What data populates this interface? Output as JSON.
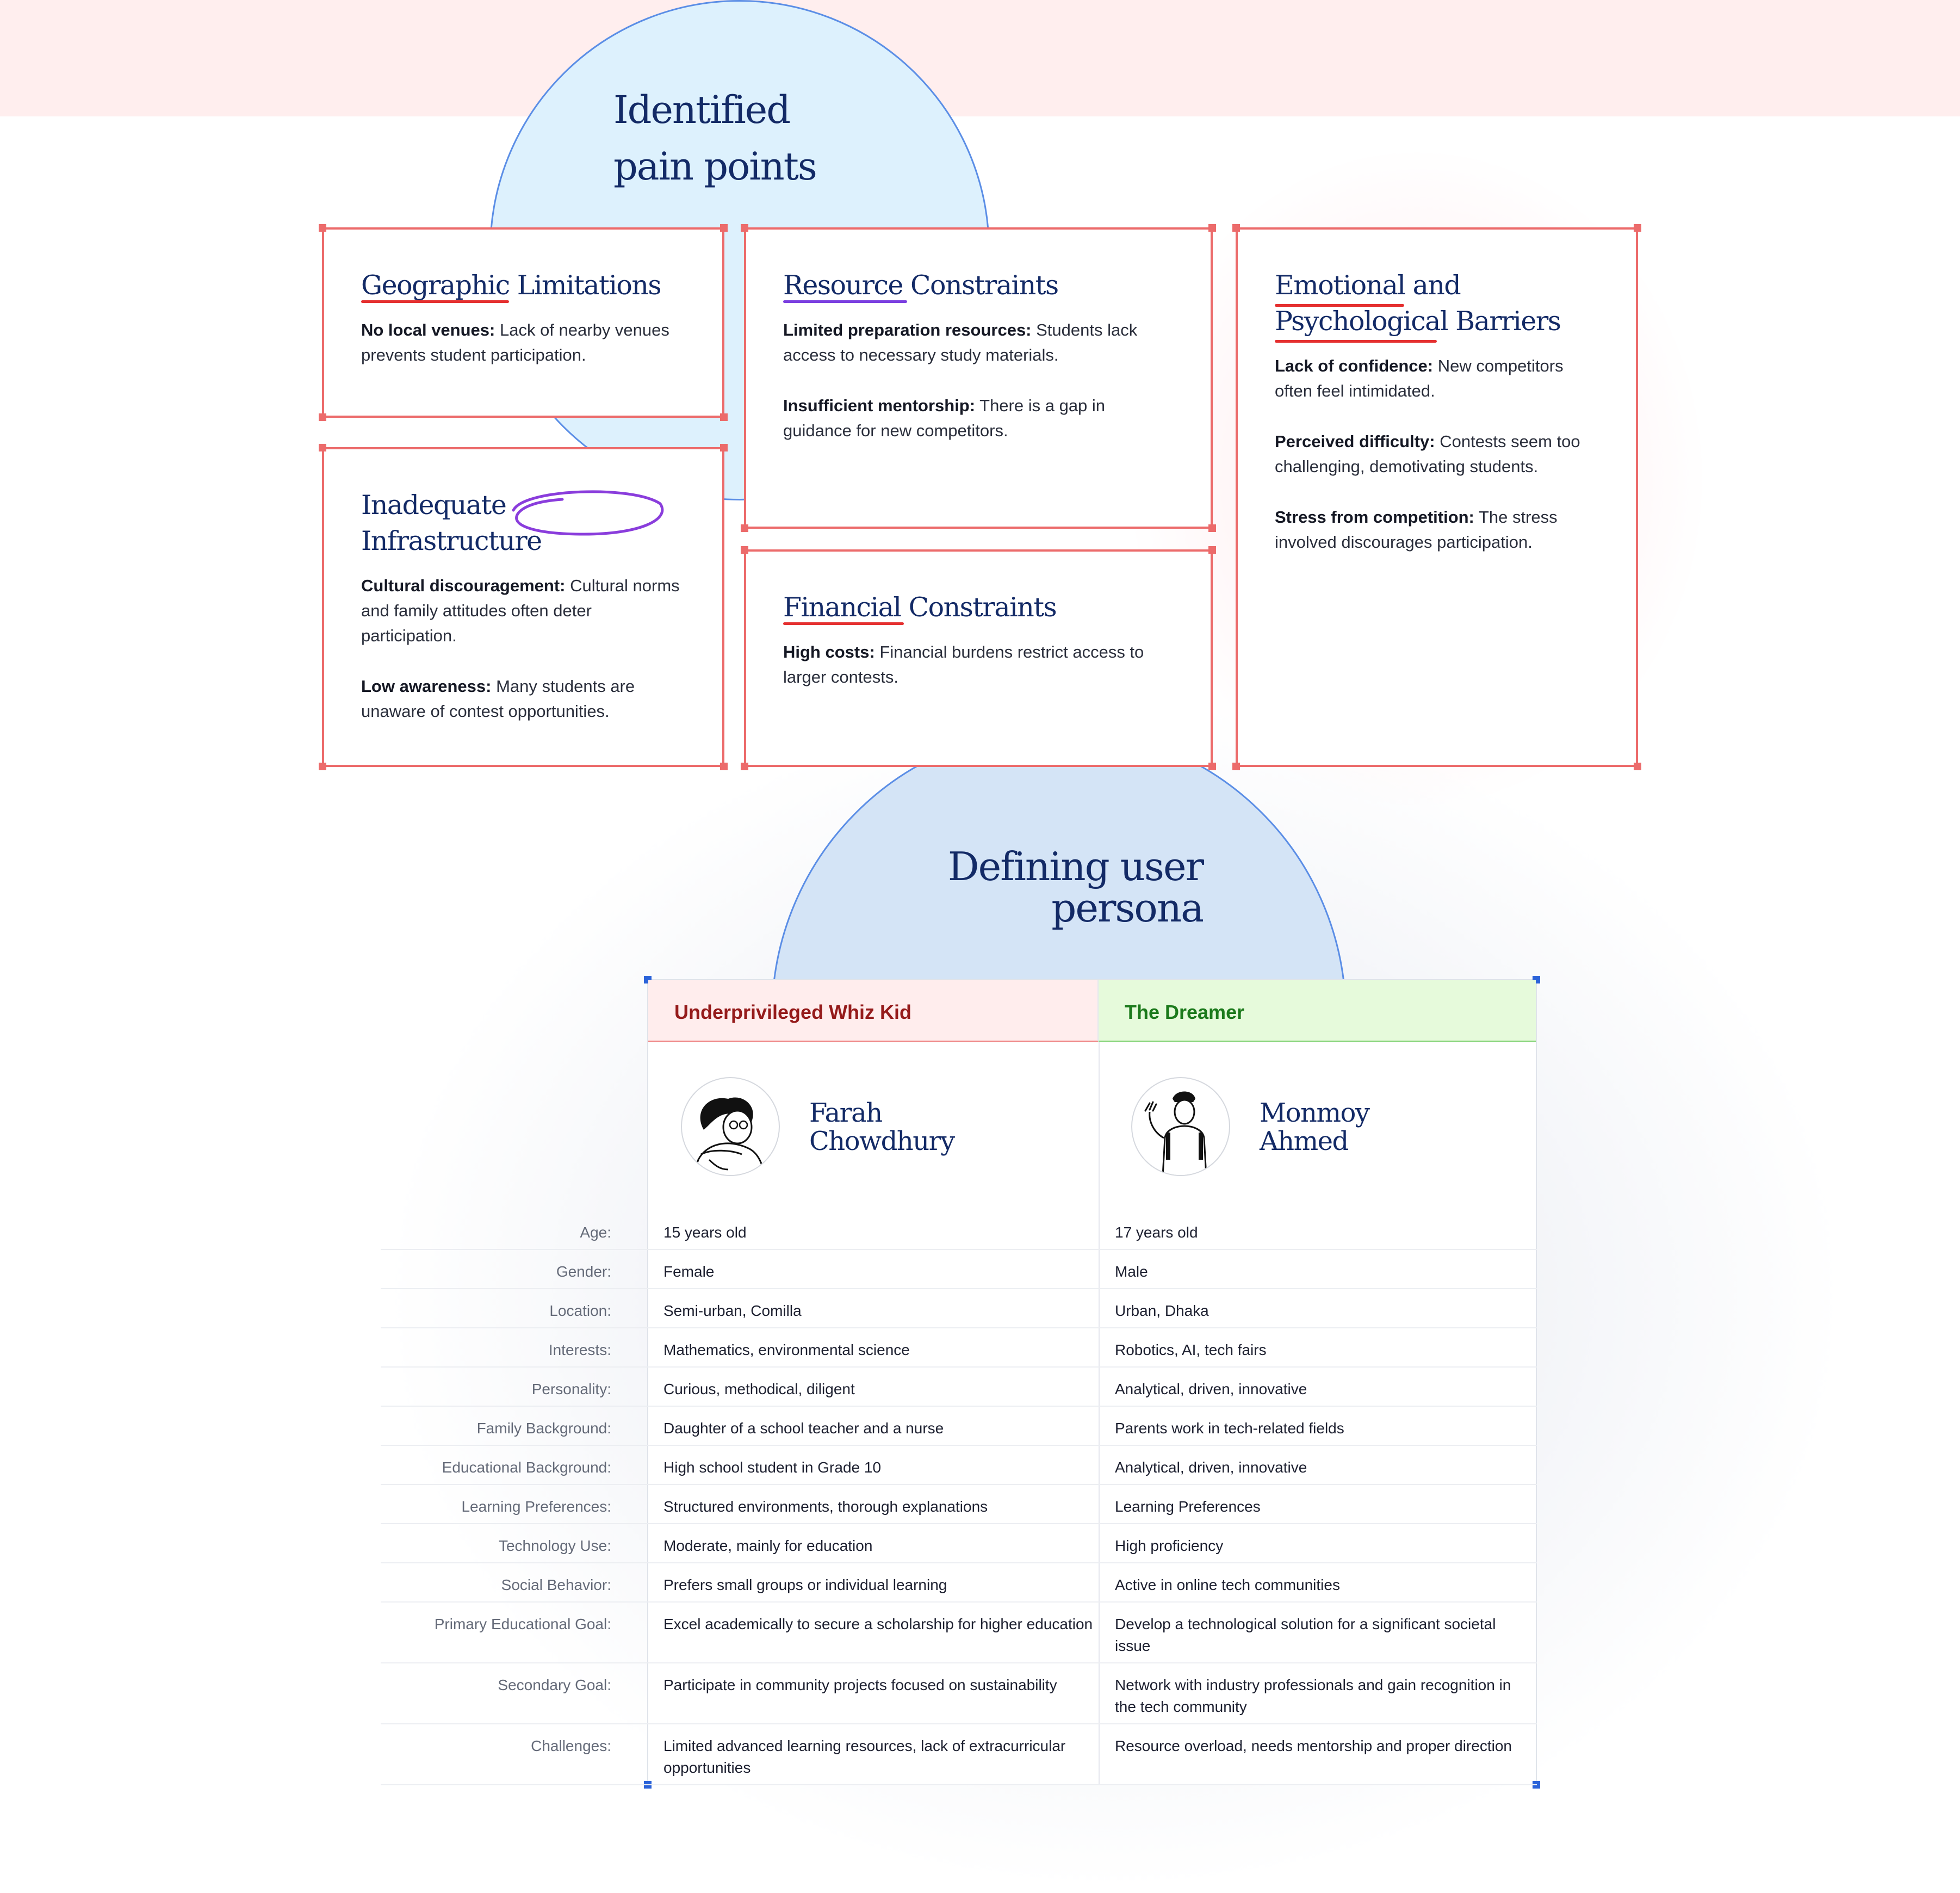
{
  "pain_points": {
    "heading_line1": "Identified",
    "heading_line2": "pain points",
    "cards": [
      {
        "title": "Geographic Limitations",
        "items": [
          {
            "label": "No local venues:",
            "text": " Lack of nearby venues prevents student participation."
          }
        ]
      },
      {
        "title": "Resource Constraints",
        "items": [
          {
            "label": "Limited preparation resources:",
            "text": " Students lack access to necessary study materials."
          },
          {
            "label": "Insufficient mentorship:",
            "text": " There is a gap in guidance for new competitors."
          }
        ]
      },
      {
        "title_line1": "Emotional and",
        "title_line2": "Psychological Barriers",
        "items": [
          {
            "label": "Lack of confidence:",
            "text": " New competitors often feel intimidated."
          },
          {
            "label": "Perceived difficulty:",
            "text": " Contests seem too challenging, demotivating students."
          },
          {
            "label": "Stress from competition:",
            "text": " The stress involved discourages participation."
          }
        ]
      },
      {
        "title": "Inadequate Infrastructure",
        "items": [
          {
            "label": "Cultural discouragement:",
            "text": " Cultural norms and family attitudes often deter participation."
          },
          {
            "label": "Low awareness:",
            "text": " Many students are unaware of contest opportunities."
          }
        ]
      },
      {
        "title": "Financial Constraints",
        "items": [
          {
            "label": "High costs:",
            "text": " Financial burdens restrict access to larger contests."
          }
        ]
      }
    ]
  },
  "persona": {
    "heading_line1": "Defining user",
    "heading_line2": "persona",
    "columns": [
      {
        "type": "Underprivileged Whiz Kid",
        "name_line1": "Farah",
        "name_line2": "Chowdhury",
        "color": "#951b1b"
      },
      {
        "type": "The Dreamer",
        "name_line1": "Monmoy",
        "name_line2": "Ahmed",
        "color": "#1c7a1c"
      }
    ],
    "rows": [
      {
        "label": "Age:",
        "p1": "15 years old",
        "p2": "17 years old"
      },
      {
        "label": "Gender:",
        "p1": "Female",
        "p2": "Male"
      },
      {
        "label": "Location:",
        "p1": "Semi-urban, Comilla",
        "p2": "Urban, Dhaka"
      },
      {
        "label": "Interests:",
        "p1": "Mathematics, environmental science",
        "p2": "Robotics, AI, tech fairs"
      },
      {
        "label": "Personality:",
        "p1": "Curious, methodical, diligent",
        "p2": "Analytical, driven, innovative"
      },
      {
        "label": "Family Background:",
        "p1": "Daughter of a school teacher and a nurse",
        "p2": "Parents work in tech-related fields"
      },
      {
        "label": "Educational Background:",
        "p1": "High school student in Grade 10",
        "p2": "Analytical, driven, innovative"
      },
      {
        "label": "Learning Preferences:",
        "p1": "Structured environments, thorough explanations",
        "p2": "Learning Preferences"
      },
      {
        "label": "Technology Use:",
        "p1": "Moderate, mainly for education",
        "p2": "High proficiency"
      },
      {
        "label": "Social Behavior:",
        "p1": "Prefers small groups or individual learning",
        "p2": "Active in online tech communities"
      },
      {
        "label": "Primary Educational Goal:",
        "p1": "Excel academically to secure a scholarship for higher education",
        "p2": "Develop a technological solution for a significant societal issue"
      },
      {
        "label": "Secondary Goal:",
        "p1": "Participate in community projects focused on sustainability",
        "p2": "Network with industry professionals and gain recognition in the tech community"
      },
      {
        "label": "Challenges:",
        "p1": "Limited advanced learning resources, lack of extracurricular opportunities",
        "p2": "Resource overload, needs mentorship and proper direction"
      }
    ]
  }
}
